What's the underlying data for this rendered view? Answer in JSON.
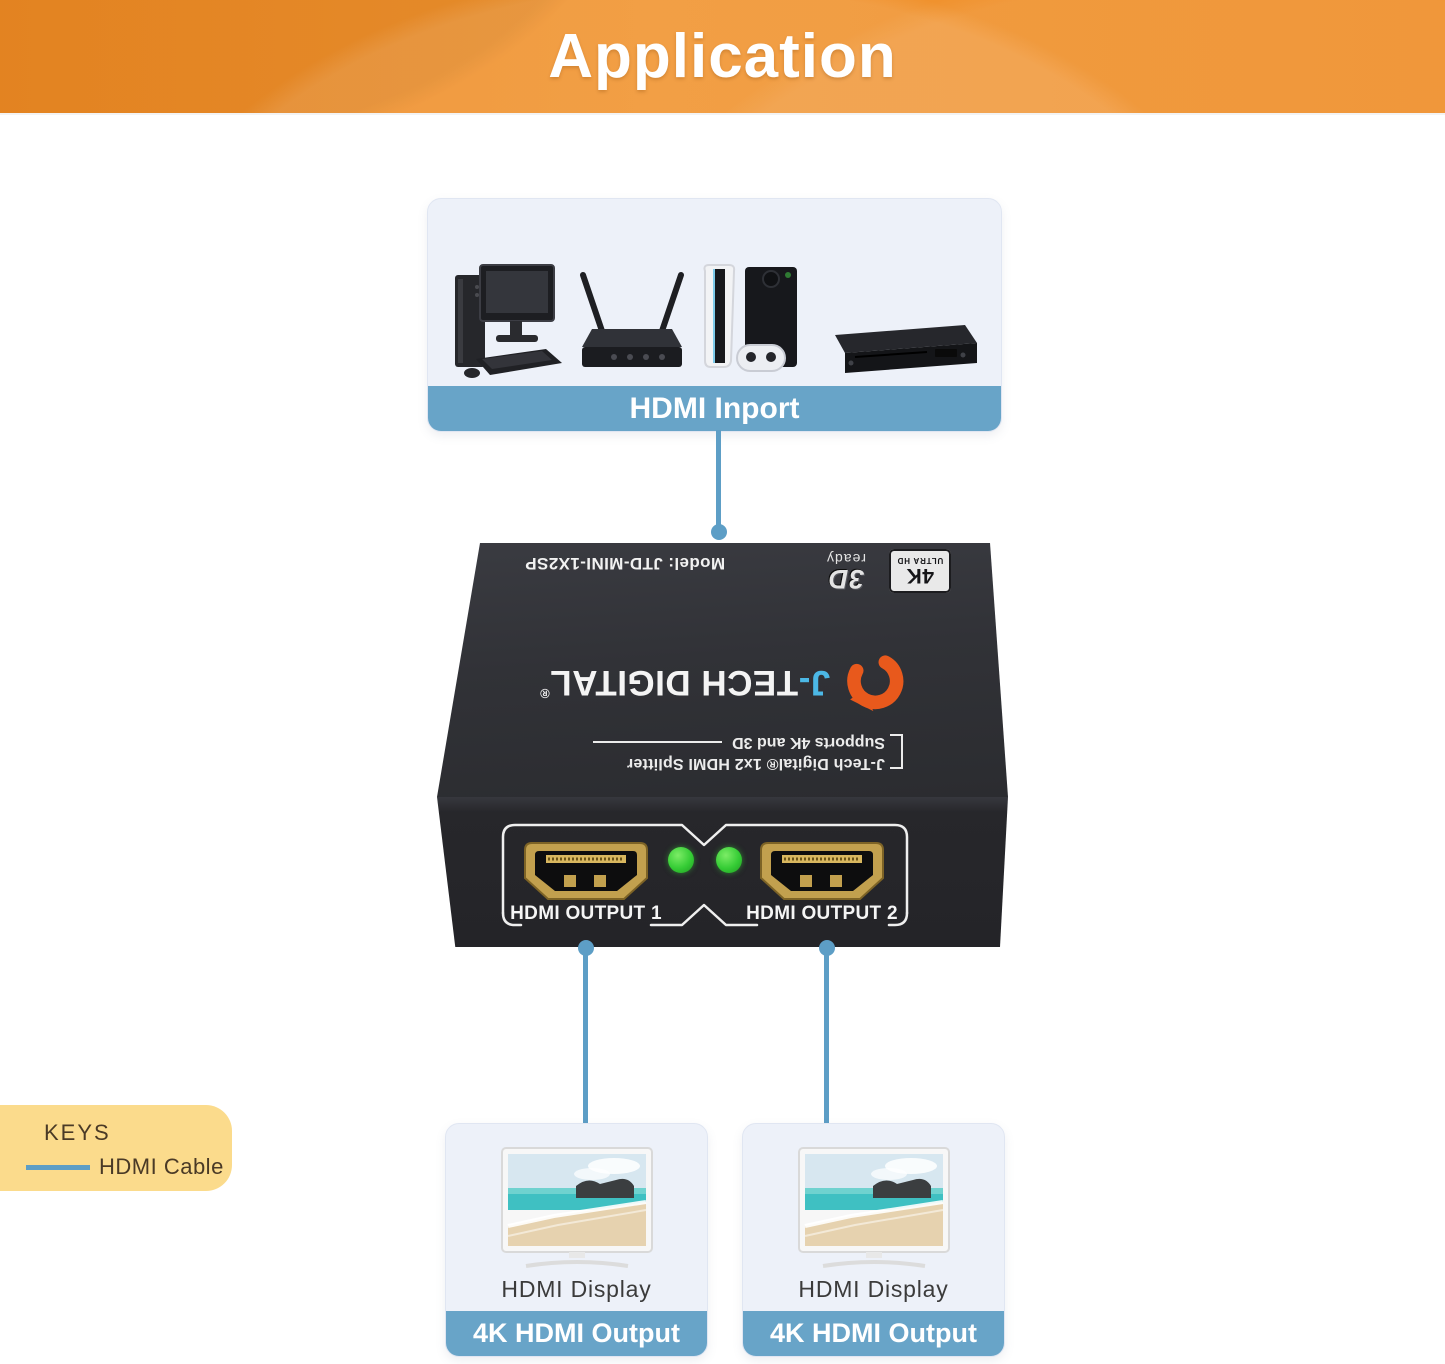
{
  "header": {
    "title": "Application"
  },
  "colors": {
    "header_orange": "#f09430",
    "bar_blue": "#68a4c8",
    "cable_blue": "#5d9ec6",
    "card_bg": "#edf1f9",
    "keys_yellow": "#fbdb8c",
    "led_green": "#35cc35",
    "brand_orange": "#e8591c",
    "brand_cyan": "#4cb8e6",
    "device_black": "#2b2c30"
  },
  "sources": {
    "bar_label": "HDMI Inport",
    "devices": [
      "desktop-computer",
      "wifi-router",
      "game-consoles",
      "dvd-player"
    ]
  },
  "device": {
    "model_label": "Model: JTD-MINI-1X2SP",
    "badge_3d": {
      "text": "3D",
      "sub": "ready"
    },
    "badge_4k": {
      "text": "4K",
      "sub": "ULTRA HD"
    },
    "brand": {
      "j": "J-",
      "rest": "TECH DIGITAL",
      "reg": "®"
    },
    "desc_line1": "J-Tech Digital® 1x2 HDMI Splitter",
    "desc_line2": "Supports 4K and 3D",
    "output1_label": "HDMI OUTPUT 1",
    "output2_label": "HDMI OUTPUT 2"
  },
  "outputs": [
    {
      "display_label": "HDMI Display",
      "bar_label": "4K HDMI Output"
    },
    {
      "display_label": "HDMI Display",
      "bar_label": "4K HDMI Output"
    }
  ],
  "keys": {
    "title": "KEYS",
    "cable_label": "HDMI Cable"
  }
}
